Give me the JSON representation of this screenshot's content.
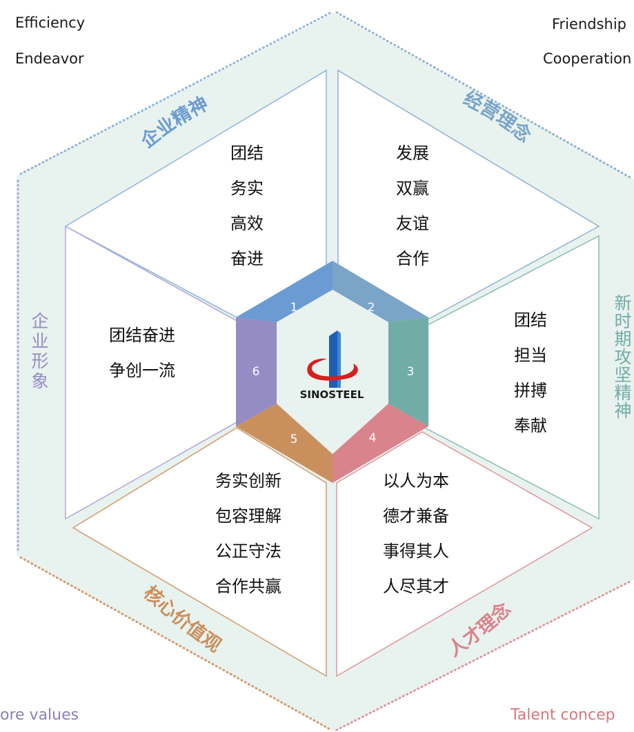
{
  "top_left_labels": [
    "Efficiency",
    "Endeavor"
  ],
  "top_right_labels": [
    "Friendship",
    "Cooperation"
  ],
  "bottom_left_label": "ore values",
  "bottom_right_label": "Talent concep",
  "colors": {
    "hex_fill": "#e8f2ee",
    "blue": "#6b9bd2",
    "steelblue": "#7aa4c8",
    "teal": "#72aca6",
    "pink": "#d9838c",
    "orange": "#c9905e",
    "purple": "#958cc4"
  },
  "sections": [
    {
      "id": "corporate-spirit",
      "title": "企业精神",
      "number": "1",
      "lines": [
        "团结",
        "务实",
        "高效",
        "奋进"
      ],
      "color": "#6b9bd2"
    },
    {
      "id": "business-philosophy",
      "title": "经营理念",
      "number": "2",
      "lines": [
        "发展",
        "双赢",
        "友谊",
        "合作"
      ],
      "color": "#7aa4c8"
    },
    {
      "id": "new-era-spirit",
      "title": "新时期攻坚精神",
      "number": "3",
      "lines": [
        "团结",
        "担当",
        "拼搏",
        "奉献"
      ],
      "color": "#72aca6"
    },
    {
      "id": "talent-concept",
      "title": "人才理念",
      "number": "4",
      "lines": [
        "以人为本",
        "德才兼备",
        "事得其人",
        "人尽其才"
      ],
      "color": "#d9838c"
    },
    {
      "id": "core-values",
      "title": "核心价值观",
      "number": "5",
      "lines": [
        "务实创新",
        "包容理解",
        "公正守法",
        "合作共赢"
      ],
      "color": "#c9905e"
    },
    {
      "id": "corporate-image",
      "title": "企业形象",
      "number": "6",
      "lines": [
        "团结奋进",
        "争创一流"
      ],
      "color": "#958cc4"
    }
  ],
  "logo_text": "SINOSTEEL",
  "logo_icon": "sinosteel-logo-icon"
}
